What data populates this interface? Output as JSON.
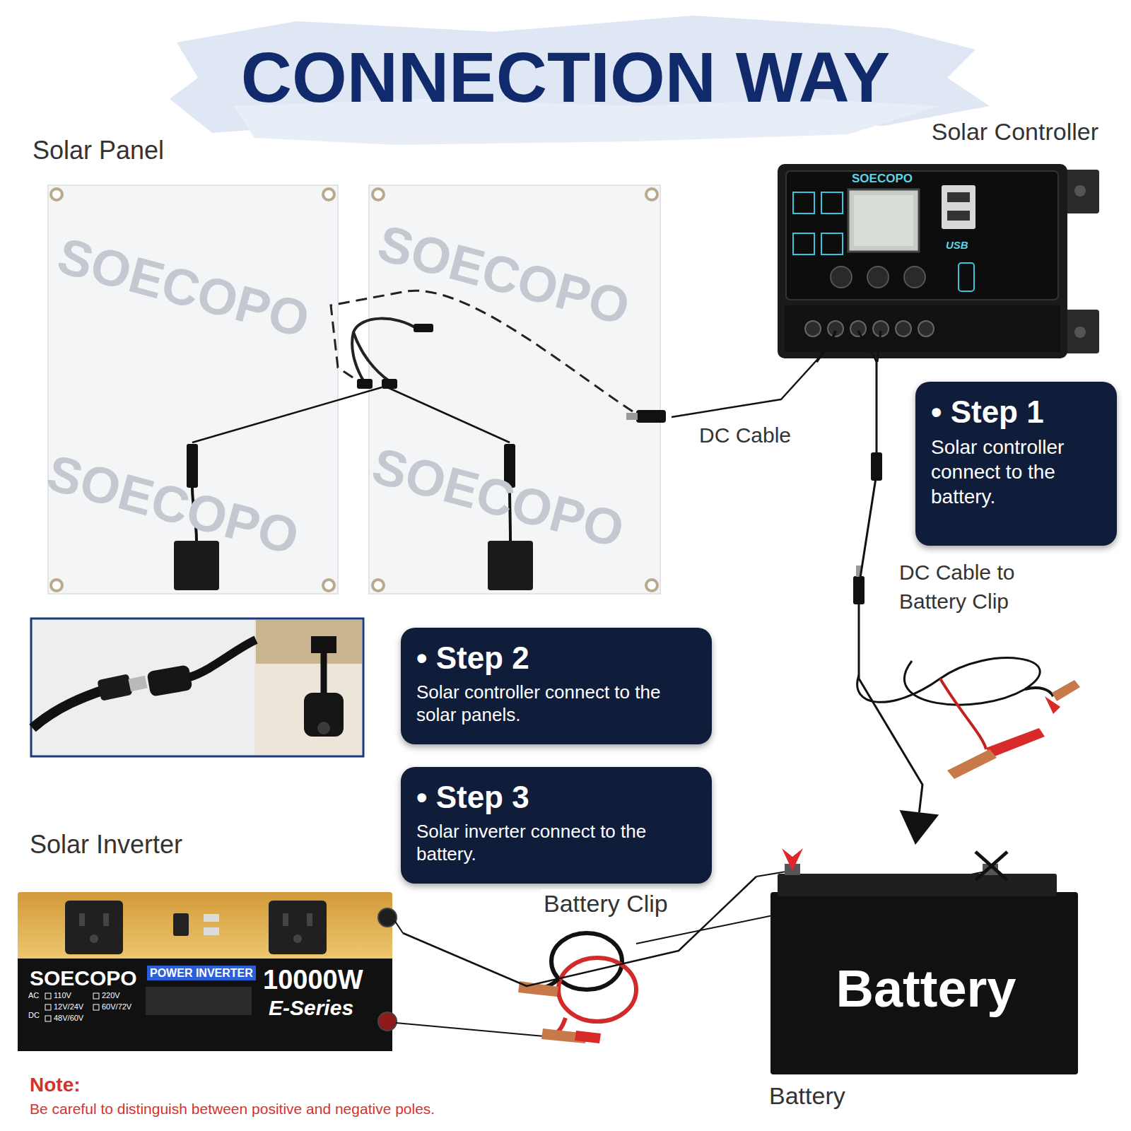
{
  "diagram": {
    "title": "CONNECTION WAY",
    "nodes": [
      {
        "text": [
          "Solar Panel"
        ]
      },
      {
        "text": [
          "Solar Controller"
        ]
      },
      {
        "text": [
          "• Step 1",
          "Solar controller connect to the battery."
        ]
      },
      {
        "text": [
          "• Step 2",
          "Solar controller connect to the solar panels."
        ]
      },
      {
        "text": [
          "• Step 3",
          "Solar inverter connect to the battery."
        ]
      },
      {
        "text": [
          "Solar Inverter"
        ]
      },
      {
        "text": [
          "Battery",
          "Battery"
        ]
      }
    ],
    "edges": [
      {
        "from": 1,
        "to": 0,
        "label": "DC Cable",
        "arrow": "none"
      },
      {
        "from": 1,
        "to": 6,
        "label": "DC Cable to Battery Clip",
        "arrow": "to"
      },
      {
        "from": 5,
        "to": 6,
        "label": "Battery Clip",
        "arrow": "none"
      }
    ],
    "labels": [
      "SOECOPO",
      "USB",
      "SOECOPO",
      "POWER INVERTER",
      "10000W",
      "E-Series",
      "AC",
      "110V",
      "220V",
      "DC",
      "12V/24V",
      "60V/72V",
      "48V/60V",
      "Note:",
      "Be careful to distinguish between positive and negative poles.",
      "SOECOPO",
      "SOECOPO",
      "SOECOPO",
      "SOECOPO"
    ]
  }
}
